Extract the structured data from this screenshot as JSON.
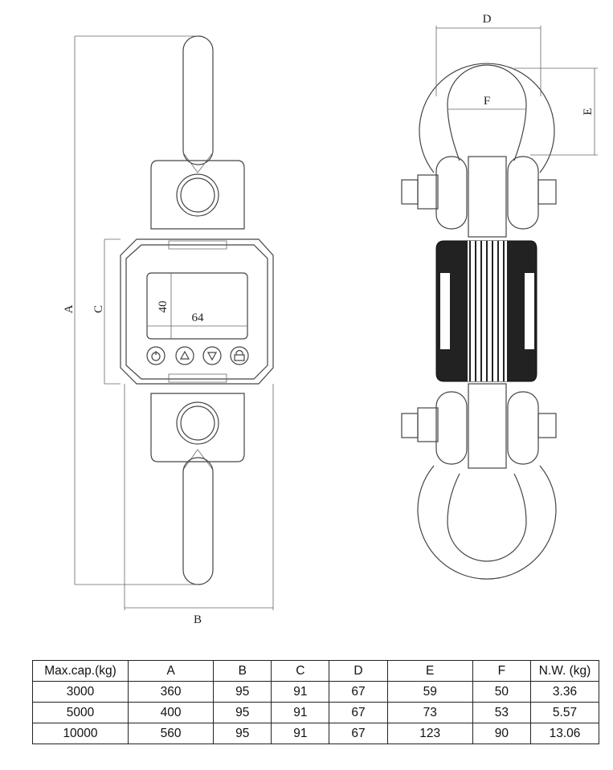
{
  "dimensions": {
    "A": "A",
    "B": "B",
    "C": "C",
    "D": "D",
    "E": "E",
    "F": "F",
    "screen_height": "40",
    "screen_width": "64"
  },
  "buttons": [
    "power-icon",
    "up-arrow-icon",
    "down-arrow-icon",
    "lock-icon"
  ],
  "spec_table": {
    "headers": [
      "Max.cap.(kg)",
      "A",
      "B",
      "C",
      "D",
      "E",
      "F",
      "N.W. (kg)"
    ],
    "rows": [
      [
        "3000",
        "360",
        "95",
        "91",
        "67",
        "59",
        "50",
        "3.36"
      ],
      [
        "5000",
        "400",
        "95",
        "91",
        "67",
        "73",
        "53",
        "5.57"
      ],
      [
        "10000",
        "560",
        "95",
        "91",
        "67",
        "123",
        "90",
        "13.06"
      ]
    ]
  }
}
